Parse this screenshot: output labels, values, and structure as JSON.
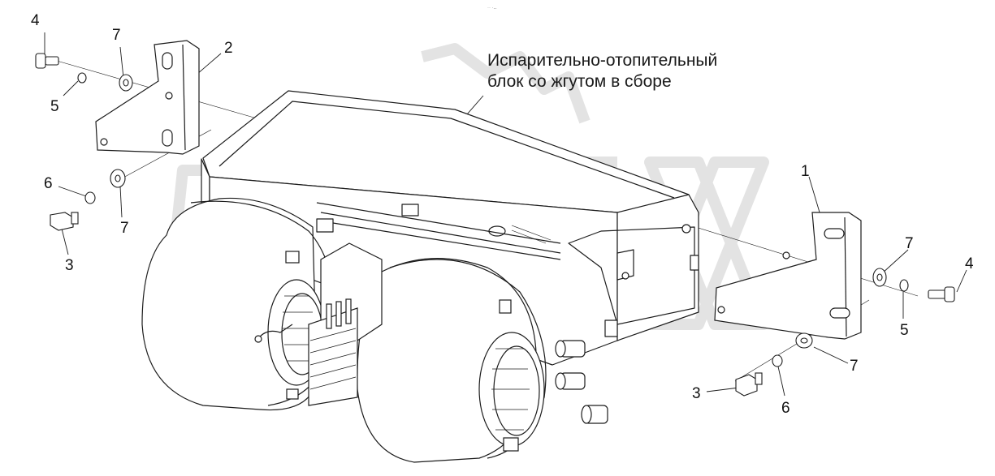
{
  "caption": {
    "line1": "Испарительно-отопительный",
    "line2": "блок со жгутом в сборе"
  },
  "watermark": {
    "text": "OPEX",
    "color": "#e6e6e6"
  },
  "top_mark": "·· ·‥",
  "callouts": [
    {
      "id": "c4-left",
      "text": "4"
    },
    {
      "id": "c7-top-left",
      "text": "7"
    },
    {
      "id": "c2",
      "text": "2"
    },
    {
      "id": "c5-left",
      "text": "5"
    },
    {
      "id": "c6-left",
      "text": "6"
    },
    {
      "id": "c7-mid-left",
      "text": "7"
    },
    {
      "id": "c3-left",
      "text": "3"
    },
    {
      "id": "c1",
      "text": "1"
    },
    {
      "id": "c7-right",
      "text": "7"
    },
    {
      "id": "c4-right",
      "text": "4"
    },
    {
      "id": "c5-right",
      "text": "5"
    },
    {
      "id": "c7-bottom-right",
      "text": "7"
    },
    {
      "id": "c3-right",
      "text": "3"
    },
    {
      "id": "c6-right",
      "text": "6"
    }
  ],
  "colors": {
    "line": "#1c1c1c",
    "fill": "#ffffff",
    "watermark": "#e6e6e6"
  }
}
